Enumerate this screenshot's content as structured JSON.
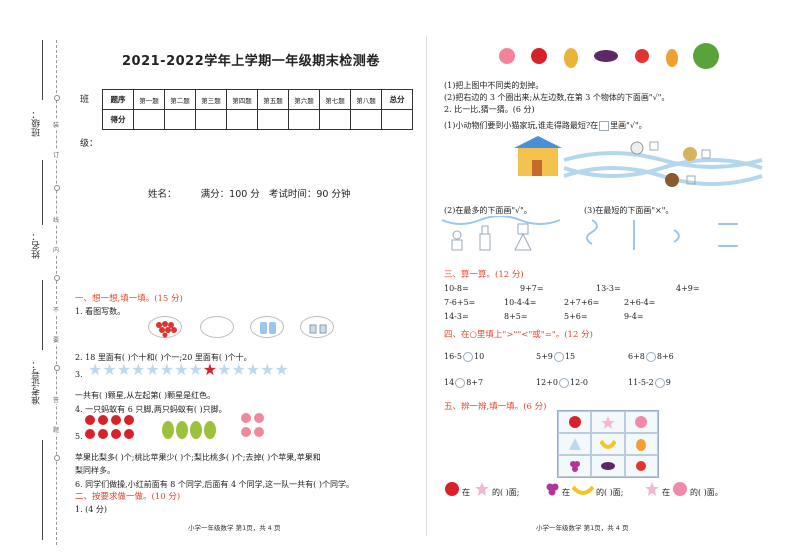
{
  "page": {
    "title": "2021-2022学年上学期一年级期末检测卷",
    "side_labels": {
      "class": "班级：",
      "name": "姓名：",
      "exam_id": "准考证号："
    },
    "binding_chars": [
      "装",
      "订",
      "线",
      "内",
      "不",
      "要",
      "答",
      "题"
    ],
    "class_label": "班",
    "class_label2": "级：",
    "info_line": "姓名：        满分：100 分   考试时间：90 分钟"
  },
  "score_table": {
    "row1": [
      "题序",
      "第一题",
      "第二题",
      "第三题",
      "第四题",
      "第五题",
      "第六题",
      "第七题",
      "第八题",
      "总分"
    ],
    "row2_label": "得分"
  },
  "left": {
    "sec1": "一、想一想,填一填。(15 分)",
    "q1": "1. 看图写数。",
    "q2": "2. 18 里面有(     )个十和(     )个一;20 里面有(     )个十。",
    "q3_label": "3.",
    "q3_text": "一共有(     )颗星,从左起第(     )颗星是红色。",
    "q4": "4. 一只蚂蚁有 6 只脚,两只蚂蚁有(     )只脚。",
    "q5_label": "5.",
    "q5_text1": "苹果比梨多(     )个;桃比苹果少(     )个;梨比桃多(     )个;去掉(     )个苹果,苹果和",
    "q5_text2": "梨同样多。",
    "q6": "6. 同学们做操,小红前面有 8 个同学,后面有 4 个同学,这一队一共有(     )个同学。",
    "sec2": "二、按要求做一做。(10 分)",
    "q2_1": "1. (4 分)",
    "footer": "小学一年级数学  第1页，共 4 页"
  },
  "right": {
    "r1": "(1)把上图中不同类的划掉。",
    "r2": "(2)把右边的 3 个圈出来;从左边数,在第 3 个物体的下面画\"√\"。",
    "r3": "2. 比一比,猜一猜。(6 分)",
    "r4a": "(1)小动物们要到小猫家玩,谁走得路最短?在",
    "r4b": "里画\"√\"。",
    "r5": "(2)在最多的下面画\"√\"。",
    "r6": "(3)在最短的下面画\"×\"。",
    "sec3": "三、算一算。(12 分)",
    "calc": [
      [
        "10-8=",
        "9+7=",
        "13-3=",
        "4+9="
      ],
      [
        "7-6+5=",
        "10-4-4=",
        "2+7+6=",
        "2+6-4="
      ],
      [
        "14-3=",
        "8+5=",
        "5+6=",
        "9-4="
      ]
    ],
    "sec4": "四、在○里填上\">\"\"<\"或\"=\"。(12 分)",
    "cmp": [
      [
        "16-5",
        "10",
        "5+9",
        "15",
        "6+8",
        "8+6"
      ],
      [
        "14",
        "8+7",
        "12+0",
        "12-0",
        "11-5-2",
        "9"
      ]
    ],
    "sec5": "五、辨一辨,填一填。(6 分)",
    "q5a": "在",
    "q5b": "的(       )面;",
    "q5c": "在",
    "q5d": "的(       )面;",
    "q5e": "在",
    "q5f": "的(       )面。",
    "footer": "小学一年级数学  第1页，共 4 页"
  },
  "colors": {
    "section_red": "#e4462b",
    "star_blue": "#bcd9f0",
    "star_red": "#d22234"
  }
}
